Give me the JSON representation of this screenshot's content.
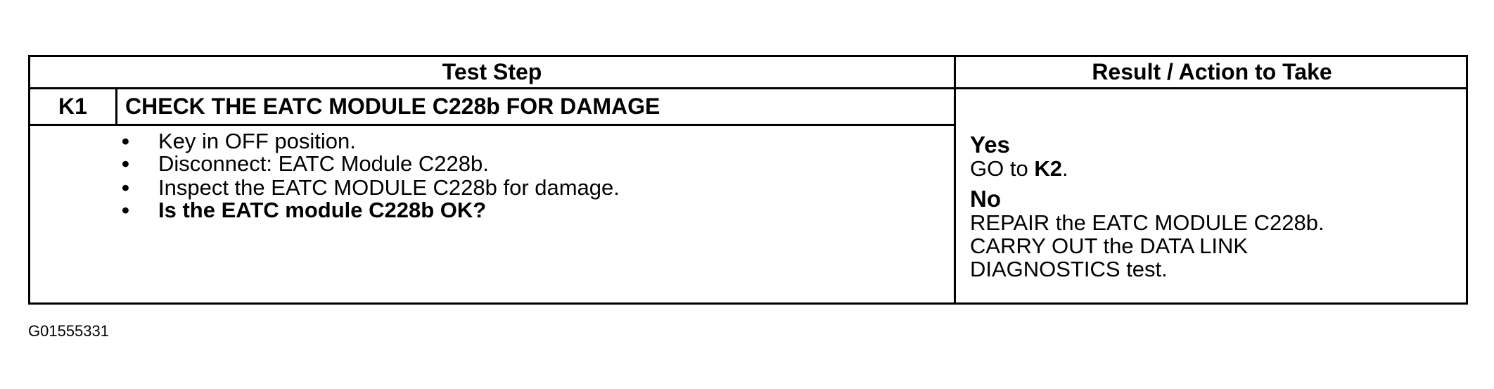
{
  "table": {
    "headers": {
      "test_step": "Test Step",
      "result_action": "Result / Action to Take"
    },
    "step": {
      "id": "K1",
      "title": "CHECK THE EATC MODULE C228b FOR DAMAGE",
      "bullets": [
        "Key in OFF position.",
        "Disconnect: EATC Module C228b.",
        "Inspect the EATC MODULE C228b for damage.",
        "Is the EATC module C228b OK?"
      ],
      "bullet_symbol": "•"
    },
    "result": {
      "yes_label": "Yes",
      "yes_action_prefix": "GO to ",
      "yes_action_target": "K2",
      "yes_action_suffix": ".",
      "no_label": "No",
      "no_action_lines": [
        "REPAIR the EATC MODULE C228b.",
        "CARRY OUT the DATA LINK",
        "DIAGNOSTICS test."
      ]
    }
  },
  "figure_id": "G01555331"
}
